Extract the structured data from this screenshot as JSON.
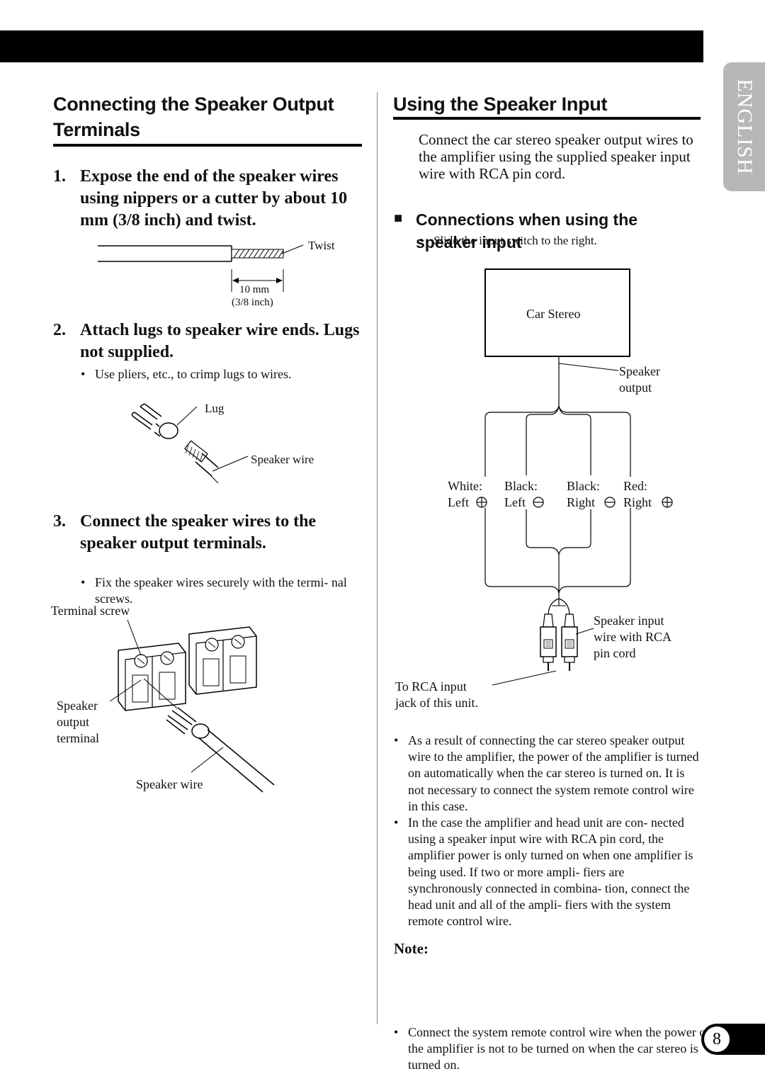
{
  "side_tab": {
    "label": "ENGLISH"
  },
  "page_number": "8",
  "left": {
    "title_line1": "Connecting the Speaker Output",
    "title_line2": "Terminals",
    "step1": {
      "num": "1.",
      "text": "Expose the end of the speaker wires using nippers or a cutter by about 10 mm (3/8 inch) and twist."
    },
    "fig1": {
      "twist": "Twist",
      "mm": "10 mm",
      "inch": "(3/8 inch)"
    },
    "step2": {
      "num": "2.",
      "text": "Attach lugs to speaker wire ends. Lugs not supplied."
    },
    "step2_bullet": "Use pliers, etc., to crimp lugs to wires.",
    "fig2": {
      "lug": "Lug",
      "speaker_wire": "Speaker wire"
    },
    "step3": {
      "num": "3.",
      "text": "Connect the speaker wires to the speaker output terminals."
    },
    "step3_bullet": "Fix the speaker wires securely with the termi- nal screws.",
    "fig3": {
      "terminal_screw": "Terminal screw",
      "spk_line1": "Speaker",
      "spk_line2": "output",
      "spk_line3": "terminal",
      "speaker_wire": "Speaker wire"
    }
  },
  "right": {
    "title": "Using the Speaker Input",
    "intro": "Connect the car stereo speaker output wires to the amplifier using the supplied speaker input wire with RCA pin cord.",
    "intro_bullet": "Slide the input switch to the right.",
    "subheading_marker": "■",
    "subheading": "Connections when using the speaker input",
    "diagram": {
      "car_stereo": "Car Stereo",
      "speaker_output_1": "Speaker",
      "speaker_output_2": "output",
      "white": "White:",
      "white_side": "Left",
      "black1": "Black:",
      "black1_side": "Left",
      "black2": "Black:",
      "black2_side": "Right",
      "red": "Red:",
      "red_side": "Right",
      "spk_input_1": "Speaker input",
      "spk_input_2": "wire with RCA",
      "spk_input_3": "pin cord",
      "rca_1": "To RCA input",
      "rca_2": "jack of this unit."
    },
    "bullets": [
      "As a result of connecting the car stereo speaker output wire to the amplifier, the power of the amplifier is turned on automatically when the car stereo is turned on.  It is not necessary to connect the system remote control wire in this case.",
      "In the case the amplifier and head unit are con- nected using a speaker input wire with RCA pin cord, the amplifier power is only turned on when one amplifier is being used. If two or more ampli- fiers are synchronously connected in combina- tion, connect the head unit and all of the ampli- fiers with the system remote control wire."
    ],
    "note_title": "Note:",
    "note_bullet": "Connect the system remote control wire when the power of the amplifier is not to be turned on when the car stereo is turned on."
  }
}
